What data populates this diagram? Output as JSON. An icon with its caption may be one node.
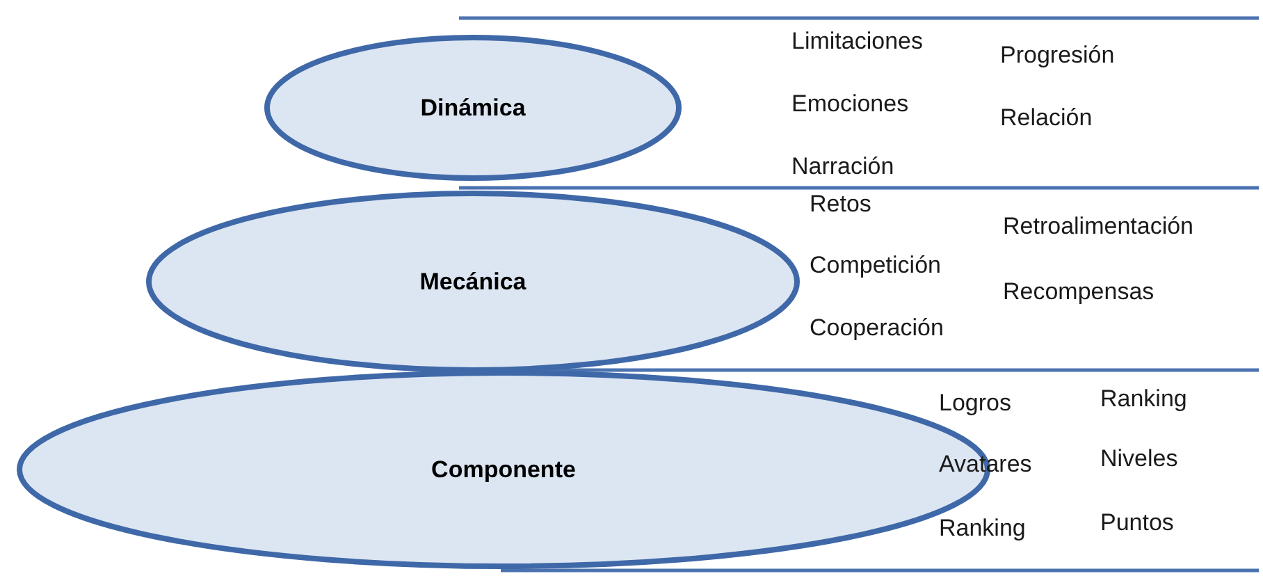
{
  "diagram": {
    "nodes": [
      {
        "text": [
          "Dinámica"
        ]
      },
      {
        "text": [
          "Mecánica"
        ]
      },
      {
        "text": [
          "Componente"
        ]
      }
    ],
    "labels": [
      "Limitaciones",
      "Progresión",
      "Emociones",
      "Relación",
      "Narración",
      "Retos",
      "Retroalimentación",
      "Competición",
      "Recompensas",
      "Cooperación",
      "Logros",
      "Ranking",
      "Avatares",
      "Niveles",
      "Ranking",
      "Puntos"
    ]
  }
}
